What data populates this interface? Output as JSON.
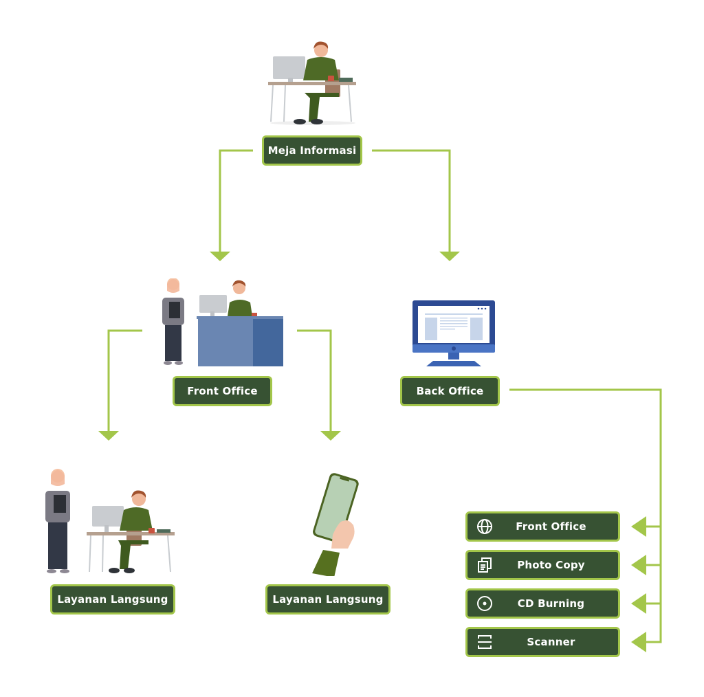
{
  "diagram": {
    "root": {
      "label": "Meja Informasi",
      "illustration": "man-at-desk-with-computer"
    },
    "level2": [
      {
        "label": "Front Office",
        "illustration": "woman-and-man-at-front-desk"
      },
      {
        "label": "Back Office",
        "illustration": "desktop-computer-monitor"
      }
    ],
    "level3": [
      {
        "label": "Layanan Langsung",
        "illustration": "woman-and-man-at-desk"
      },
      {
        "label": "Layanan Langsung",
        "illustration": "hand-holding-smartphone"
      }
    ],
    "services": [
      {
        "label": "Front Office",
        "icon": "globe-icon"
      },
      {
        "label": "Photo Copy",
        "icon": "copy-documents-icon"
      },
      {
        "label": "CD Burning",
        "icon": "disc-icon"
      },
      {
        "label": "Scanner",
        "icon": "scanner-icon"
      }
    ]
  },
  "colors": {
    "box_fill": "#375233",
    "box_border": "#a3c64a",
    "connector": "#a3c64a",
    "text": "#ffffff"
  }
}
